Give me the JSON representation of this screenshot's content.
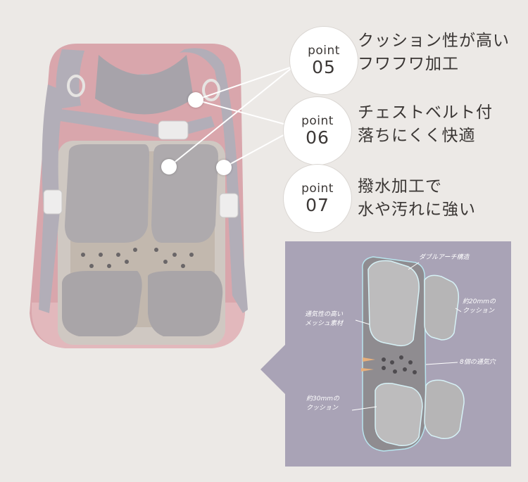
{
  "points": [
    {
      "word": "point",
      "num": "05",
      "caption_line1": "クッション性が高い",
      "caption_line2": "フワフワ加工"
    },
    {
      "word": "point",
      "num": "06",
      "caption_line1": "チェストベルト付",
      "caption_line2": "落ちにくく快適"
    },
    {
      "word": "point",
      "num": "07",
      "caption_line1": "撥水加工で",
      "caption_line2": "水や汚れに強い"
    }
  ],
  "inset": {
    "labels": {
      "double_arch": "ダブルアーチ構造",
      "cushion_20_l1": "約20mmの",
      "cushion_20_l2": "クッション",
      "mesh_l1": "通気性の高い",
      "mesh_l2": "メッシュ素材",
      "holes": "8個の通気穴",
      "cushion_30_l1": "約30mmの",
      "cushion_30_l2": "クッション"
    }
  },
  "colors": {
    "background": "#ece9e6",
    "backpack_pink": "#d9a6ac",
    "strap_gray": "#b2aeb8",
    "inset_purple": "#a9a3b6",
    "panel_gray": "#8f8c90"
  }
}
